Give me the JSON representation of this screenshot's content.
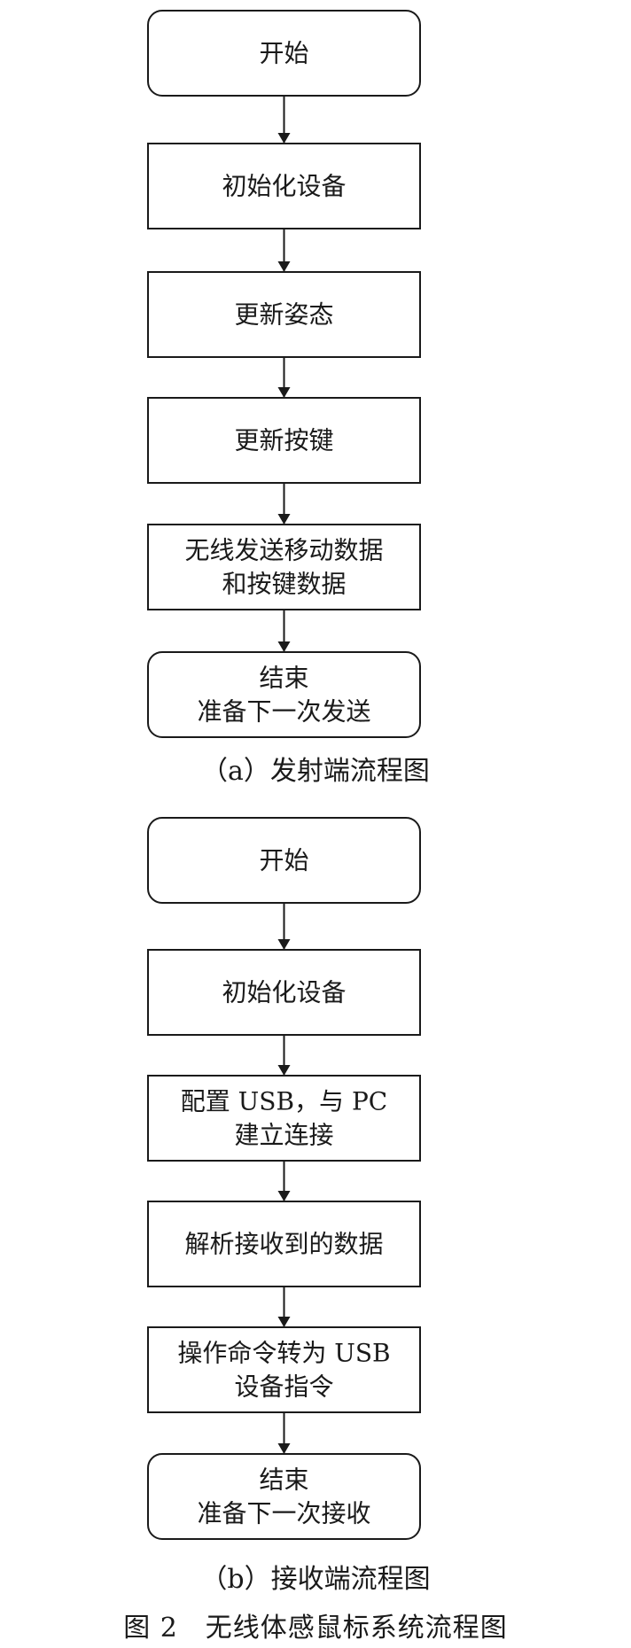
{
  "flowchart_a": {
    "nodes": [
      {
        "id": "a-start",
        "shape": "rounded",
        "lines": [
          "开始"
        ]
      },
      {
        "id": "a-init",
        "shape": "rect",
        "lines": [
          "初始化设备"
        ]
      },
      {
        "id": "a-pose",
        "shape": "rect",
        "lines": [
          "更新姿态"
        ]
      },
      {
        "id": "a-keys",
        "shape": "rect",
        "lines": [
          "更新按键"
        ]
      },
      {
        "id": "a-send",
        "shape": "rect",
        "lines": [
          "无线发送移动数据",
          "和按键数据"
        ]
      },
      {
        "id": "a-end",
        "shape": "rounded",
        "lines": [
          "结束",
          "准备下一次发送"
        ]
      }
    ],
    "caption": "（a）发射端流程图"
  },
  "flowchart_b": {
    "nodes": [
      {
        "id": "b-start",
        "shape": "rounded",
        "lines": [
          "开始"
        ]
      },
      {
        "id": "b-init",
        "shape": "rect",
        "lines": [
          "初始化设备"
        ]
      },
      {
        "id": "b-usb",
        "shape": "rect",
        "lines": [
          "配置 USB，与 PC",
          "建立连接"
        ]
      },
      {
        "id": "b-parse",
        "shape": "rect",
        "lines": [
          "解析接收到的数据"
        ]
      },
      {
        "id": "b-convert",
        "shape": "rect",
        "lines": [
          "操作命令转为 USB",
          "设备指令"
        ]
      },
      {
        "id": "b-end",
        "shape": "rounded",
        "lines": [
          "结束",
          "准备下一次接收"
        ]
      }
    ],
    "caption": "（b）接收端流程图"
  },
  "figure_caption": "图 2　无线体感鼠标系统流程图",
  "colors": {
    "stroke": "#1a1a1a",
    "fill": "#ffffff",
    "text": "#1a1a1a"
  }
}
